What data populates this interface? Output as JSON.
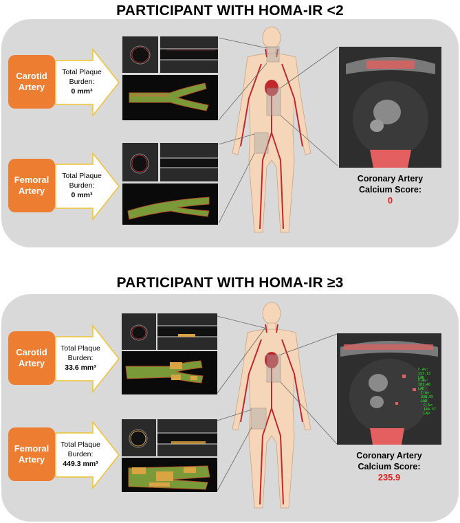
{
  "top": {
    "title": "PARTICIPANT WITH HOMA-IR <2",
    "carotid": {
      "label_line1": "Carotid",
      "label_line2": "Artery",
      "plaque_line1": "Total Plaque",
      "plaque_line2": "Burden:",
      "value": "0 mm³"
    },
    "femoral": {
      "label_line1": "Femoral",
      "label_line2": "Artery",
      "plaque_line1": "Total Plaque",
      "plaque_line2": "Burden:",
      "value": "0 mm³"
    },
    "score": {
      "line1": "Coronary Artery",
      "line2": "Calcium Score:",
      "value": "0"
    }
  },
  "bottom": {
    "title": "PARTICIPANT WITH HOMA-IR ≥3",
    "carotid": {
      "label_line1": "Carotid",
      "label_line2": "Artery",
      "plaque_line1": "Total Plaque",
      "plaque_line2": "Burden:",
      "value": "33.6 mm³"
    },
    "femoral": {
      "label_line1": "Femoral",
      "label_line2": "Artery",
      "plaque_line1": "Total Plaque",
      "plaque_line2": "Burden:",
      "value": "449.3 mm³"
    },
    "score": {
      "line1": "Coronary Artery",
      "line2": "Calcium Score:",
      "value": "235.9"
    },
    "ct_annotations": [
      "C-Av: 153.13",
      "LAD",
      "C-Av: 181.48",
      "LAD",
      "C-Av: 338.55",
      "LAD",
      "C-Av: 144.57",
      "LAD"
    ]
  },
  "colors": {
    "orange": "#ed7d31",
    "panel": "#d9d9d9",
    "score_red": "#e02020",
    "artery_red": "#c0282c",
    "skin": "#f6d6b8"
  }
}
